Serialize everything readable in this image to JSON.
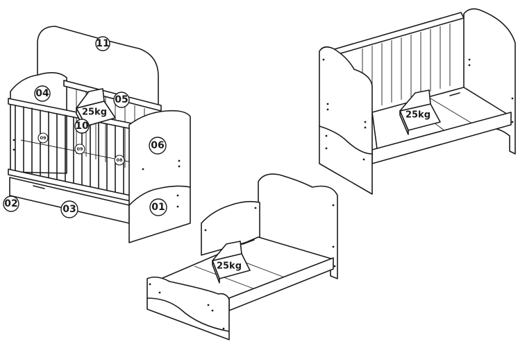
{
  "weight_label": "25kg",
  "part_labels": {
    "p01": "01",
    "p02": "02",
    "p03": "03",
    "p04": "04",
    "p05": "05",
    "p06": "06",
    "p08": "08",
    "p09a": "09",
    "p09b": "09",
    "p10": "10",
    "p11": "11"
  }
}
